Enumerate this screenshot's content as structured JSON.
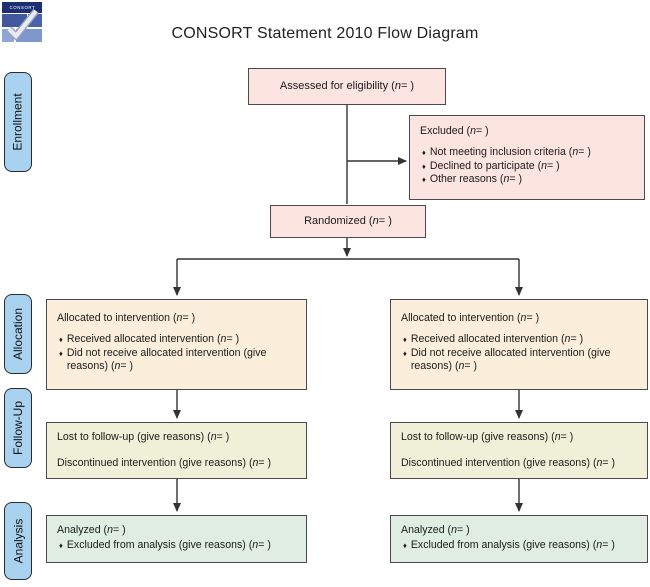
{
  "ui": {
    "bullet": "♦",
    "colors": {
      "pink": "#fce4e1",
      "peach": "#fbeedb",
      "olive": "#eff0d7",
      "green": "#e0ede2",
      "blue": "#a9d2f0",
      "border": "#4a4a4a",
      "line": "#333333"
    }
  },
  "logo": {
    "wordmark": "CONSORT"
  },
  "title": "CONSORT Statement 2010 Flow Diagram",
  "phases": [
    {
      "label": "Enrollment"
    },
    {
      "label": "Allocation"
    },
    {
      "label": "Follow-Up"
    },
    {
      "label": "Analysis"
    }
  ],
  "boxes": {
    "assessed": {
      "text": "Assessed for eligibility (n= )"
    },
    "excluded": {
      "title": "Excluded (n= )",
      "items": [
        "Not meeting inclusion criteria (n= )",
        "Declined to participate (n= )",
        "Other reasons (n= )"
      ]
    },
    "randomized": {
      "text": "Randomized (n= )"
    },
    "allocation_left": {
      "title": "Allocated to intervention (n= )",
      "items": [
        "Received allocated intervention (n= )",
        "Did not receive allocated intervention (give reasons) (n= )"
      ]
    },
    "allocation_right": {
      "title": "Allocated to intervention (n= )",
      "items": [
        "Received allocated intervention (n= )",
        "Did not receive allocated intervention (give reasons) (n= )"
      ]
    },
    "followup_left": {
      "lines": [
        "Lost to follow-up (give reasons) (n= )",
        "Discontinued intervention (give reasons) (n= )"
      ]
    },
    "followup_right": {
      "lines": [
        "Lost to follow-up (give reasons) (n= )",
        "Discontinued intervention (give reasons) (n= )"
      ]
    },
    "analysis_left": {
      "title": "Analyzed (n= )",
      "items": [
        "Excluded from analysis (give reasons) (n= )"
      ]
    },
    "analysis_right": {
      "title": "Analyzed (n= )",
      "items": [
        "Excluded from analysis (give reasons) (n= )"
      ]
    }
  }
}
